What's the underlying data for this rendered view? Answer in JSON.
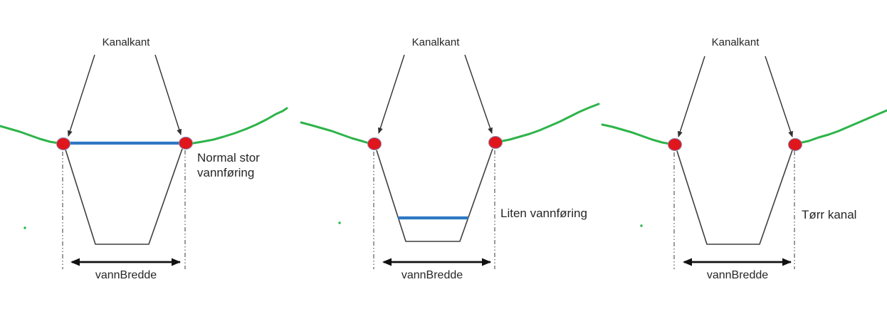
{
  "diagram": {
    "type": "canal-cross-section-illustration",
    "colors": {
      "terrain_green": "#2eb44a",
      "water_blue": "#2e79c3",
      "marker_red": "#e0161d",
      "outline_dark": "#3f3f3f",
      "text": "#262626"
    },
    "panels": [
      {
        "kanalkant_label": "Kanalkant",
        "state_label": "Normal stor vannføring",
        "width_label": "vannBredde",
        "water_level": "full"
      },
      {
        "kanalkant_label": "Kanalkant",
        "state_label": "Liten vannføring",
        "width_label": "vannBredde",
        "water_level": "low"
      },
      {
        "kanalkant_label": "Kanalkant",
        "state_label": "Tørr kanal",
        "width_label": "vannBredde",
        "water_level": "dry"
      }
    ]
  }
}
